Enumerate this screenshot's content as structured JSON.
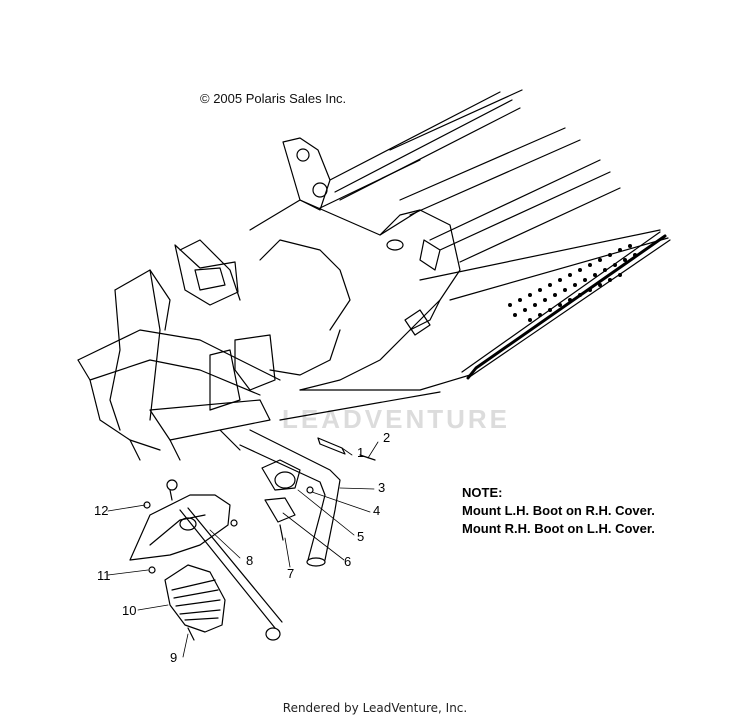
{
  "copyright": "© 2005 Polaris Sales Inc.",
  "note": {
    "heading": "NOTE:",
    "line1": "Mount L.H. Boot on R.H. Cover.",
    "line2": "Mount R.H. Boot on L.H. Cover."
  },
  "watermark": "LEADVENTURE",
  "footer": "Rendered by LeadVenture, Inc.",
  "callouts": [
    "1",
    "2",
    "3",
    "4",
    "5",
    "6",
    "7",
    "8",
    "9",
    "10",
    "11",
    "12"
  ]
}
